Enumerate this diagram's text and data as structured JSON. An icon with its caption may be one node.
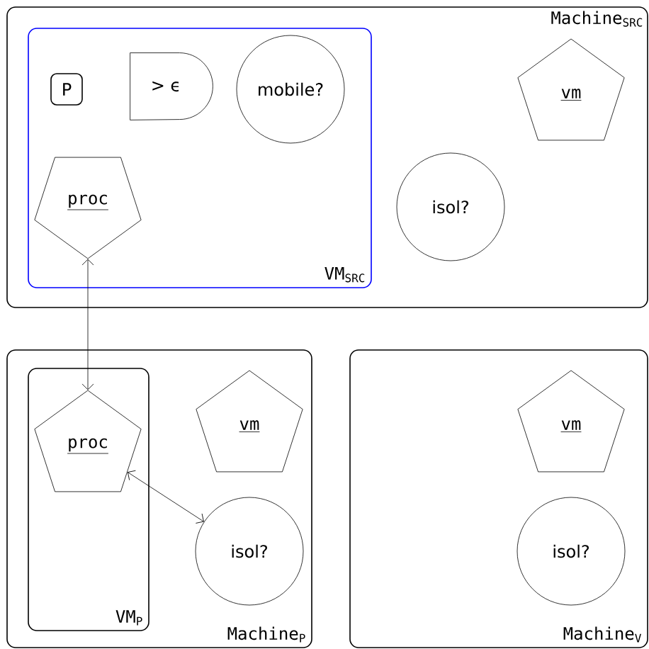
{
  "diagram": {
    "nodes": [
      {
        "text": [
          "Machine$_{SRC}$"
        ]
      },
      {
        "text": [
          "VM$_{SRC}$"
        ],
        "in": 0
      },
      {
        "text": [
          "P"
        ],
        "in": 1
      },
      {
        "text": [
          "> ϵ"
        ],
        "in": 1
      },
      {
        "text": [
          "mobile?"
        ],
        "in": 1
      },
      {
        "text": [
          "proc"
        ],
        "in": 1
      },
      {
        "text": [
          "vm"
        ],
        "in": 0
      },
      {
        "text": [
          "isol?"
        ],
        "in": 0
      },
      {
        "text": [
          "Machine$_{P}$"
        ]
      },
      {
        "text": [
          "VM$_{P}$"
        ],
        "in": 8
      },
      {
        "text": [
          "proc"
        ],
        "in": 9
      },
      {
        "text": [
          "vm"
        ],
        "in": 8
      },
      {
        "text": [
          "isol?"
        ],
        "in": 8
      },
      {
        "text": [
          "Machine$_{V}$"
        ]
      },
      {
        "text": [
          "vm"
        ],
        "in": 13
      },
      {
        "text": [
          "isol?"
        ],
        "in": 13
      }
    ],
    "edges": [
      {
        "from": 5,
        "to": 10,
        "arrow": "both"
      },
      {
        "from": 10,
        "to": 12,
        "arrow": "both"
      }
    ]
  }
}
